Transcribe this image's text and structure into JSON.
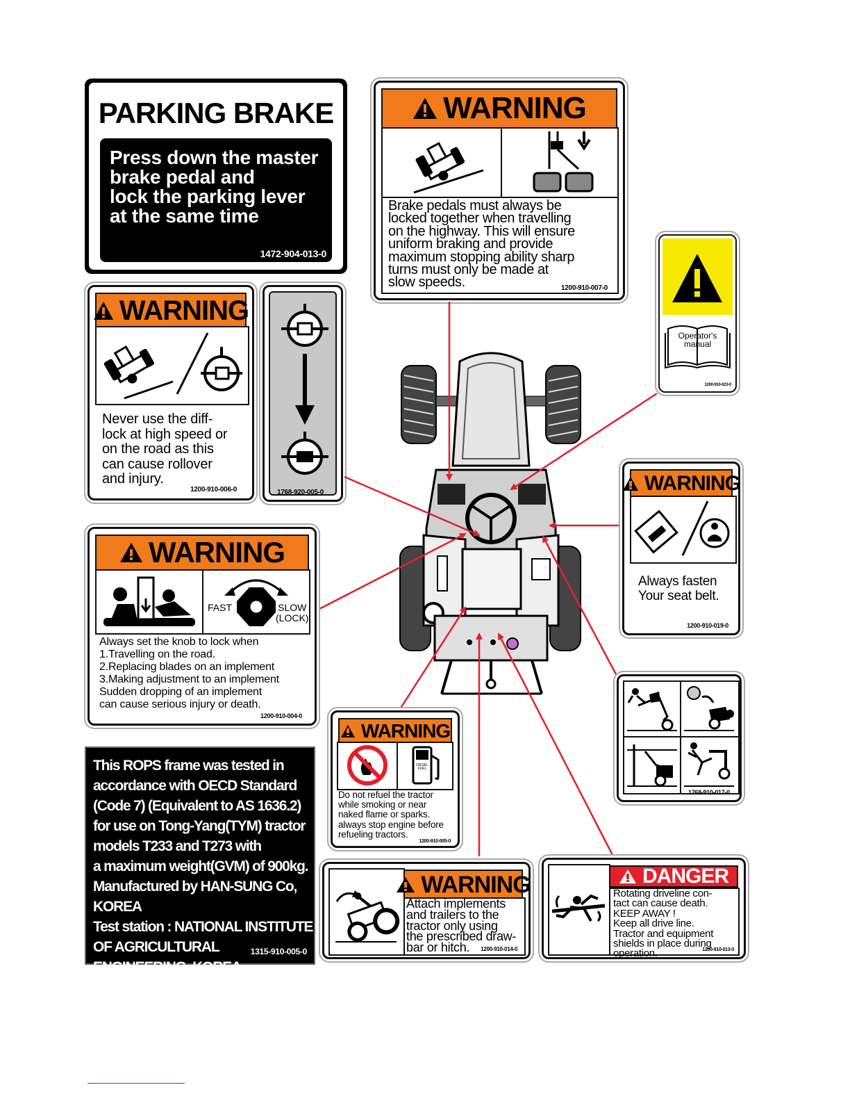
{
  "labels": {
    "parking_brake": {
      "title": "PARKING BRAKE",
      "body": "Press down the master\nbrake pedal and\nlock the parking lever\nat the same time",
      "code": "1472-904-013-0"
    },
    "brake_pedals": {
      "header": "WARNING",
      "body": "Brake pedals must always be\nlocked together when travelling\non the highway. This will ensure\nuniform braking and provide\nmaximum stopping ability sharp\nturns must only be made at\nslow speeds.",
      "code": "1200-910-007-0"
    },
    "operators_manual": {
      "book_text": "Operator's\nmanual",
      "code": "1200-910-023-0"
    },
    "diff_lock": {
      "header": "WARNING",
      "body": "Never use the diff-\nlock at high speed or\non the road as this\ncan cause rollover\nand injury.",
      "code": "1200-910-006-0"
    },
    "diff_lock_arrow": {
      "code": "1768-920-005-0"
    },
    "seat_belt": {
      "header": "WARNING",
      "body": "Always fasten\nYour  seat belt.",
      "code": "1200-910-019-0"
    },
    "knob_lock": {
      "header": "WARNING",
      "fast": "FAST",
      "slow": "SLOW\n(LOCK)",
      "body": "Always set the knob to lock when\n1.Travelling on the road.\n2.Replacing blades on an implement\n3.Making adjustment to an implement\n   Sudden dropping of an implement\n   can cause serious injury or death.",
      "code": "1200-910-004-0"
    },
    "hazards": {
      "code": "1768-910-017-0"
    },
    "rops": {
      "body": "This ROPS frame was tested in\naccordance with OECD Standard\n(Code 7) (Equivalent to AS 1636.2)\nfor use on Tong-Yang(TYM) tractor\nmodels T233 and T273 with\na maximum weight(GVM) of 900kg.\nManufactured by HAN-SUNG Co, KOREA\nTest station : NATIONAL INSTITUTE\nOF AGRICULTURAL ENGINEERING, KOREA",
      "code": "1315-910-005-0"
    },
    "refuel": {
      "header": "WARNING",
      "fuel_text": "DIESEL\nFUEL",
      "body": "Do not refuel the tractor\nwhile smoking or near\nnaked flame  or sparks.\nalways stop engine before\nrefueling tractors.",
      "code": "1200-910-005-0"
    },
    "drawbar": {
      "header": "WARNING",
      "body": "Attach implements\nand trailers to the\ntractor only using\nthe prescribed draw-\nbar or hitch.",
      "code": "1200-910-014-0"
    },
    "driveline": {
      "header": "DANGER",
      "body": "Rotating driveline  con-\ntact can cause death.\n       KEEP AWAY !\nKeep all drive line.\nTractor and equipment\nshields in place during\noperation.",
      "code": "1200-910-013-0"
    }
  },
  "colors": {
    "warning_orange": "#f07a1c",
    "danger_red": "#e3202b",
    "caution_yellow": "#f7ea00",
    "arrow_red": "#e3202b"
  }
}
